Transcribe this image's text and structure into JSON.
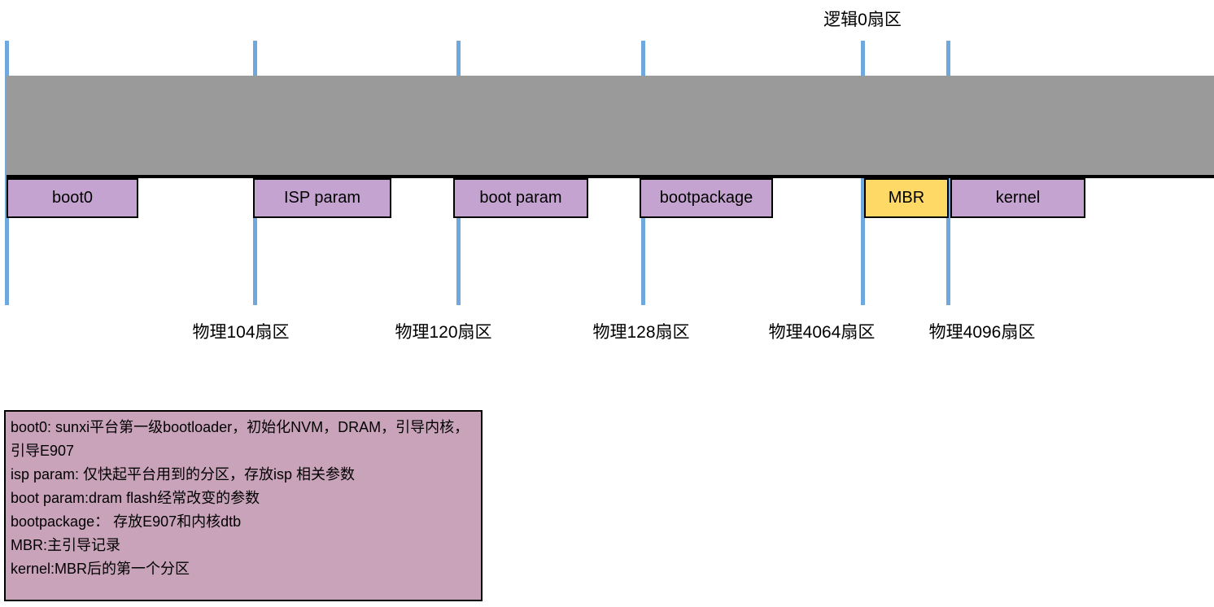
{
  "diagram": {
    "logical_sector_label": "逻辑0扇区",
    "line_color": "#6fa8dc",
    "storage_bar": {
      "color": "#9a9a9a"
    },
    "partitions": [
      {
        "label": "boot0",
        "color": "#c5a3d0"
      },
      {
        "label": "ISP param",
        "color": "#c5a3d0"
      },
      {
        "label": "boot param",
        "color": "#c5a3d0"
      },
      {
        "label": "bootpackage",
        "color": "#c5a3d0"
      },
      {
        "label": "MBR",
        "color": "#ffd966"
      },
      {
        "label": "kernel",
        "color": "#c5a3d0"
      }
    ],
    "physical_sector_labels": [
      {
        "label": "物理104扇区"
      },
      {
        "label": "物理120扇区"
      },
      {
        "label": "物理128扇区"
      },
      {
        "label": "物理4064扇区"
      },
      {
        "label": "物理4096扇区"
      }
    ],
    "legend": {
      "background": "#c9a3ba",
      "lines": [
        {
          "text": "boot0: sunxi平台第一级bootloader，初始化NVM，DRAM，引导内核，引导E907"
        },
        {
          "text": "isp param: 仅快起平台用到的分区，存放isp 相关参数"
        },
        {
          "text": "boot param:dram flash经常改变的参数"
        },
        {
          "text": "bootpackage： 存放E907和内核dtb"
        },
        {
          "text": "MBR:主引导记录"
        },
        {
          "text": "kernel:MBR后的第一个分区"
        }
      ]
    }
  }
}
